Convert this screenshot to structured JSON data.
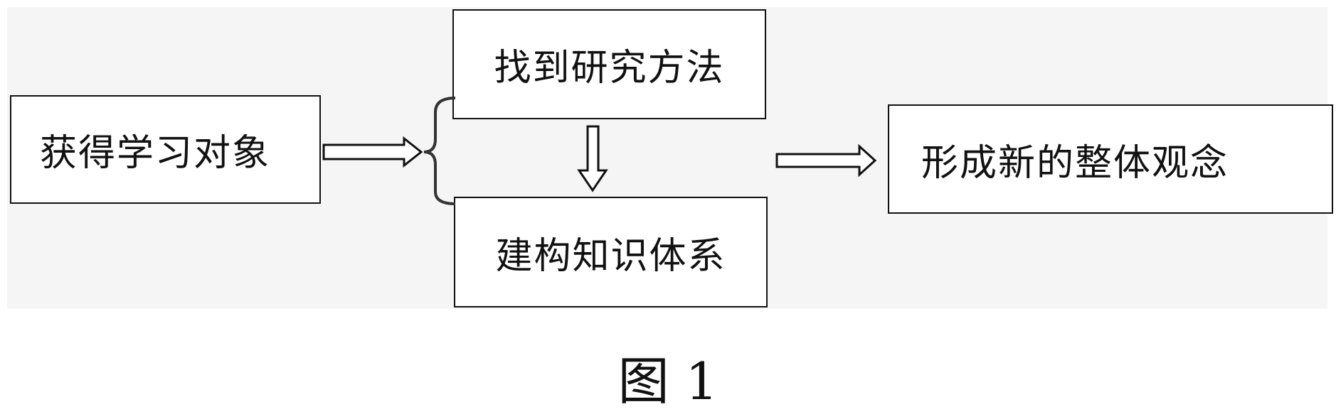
{
  "nodes": {
    "learning_object": "获得学习对象",
    "research_method": "找到研究方法",
    "knowledge_system": "建构知识体系",
    "new_concept": "形成新的整体观念"
  },
  "caption": "图 1",
  "colors": {
    "stroke": "#111111",
    "background": "#f5f5f5"
  }
}
